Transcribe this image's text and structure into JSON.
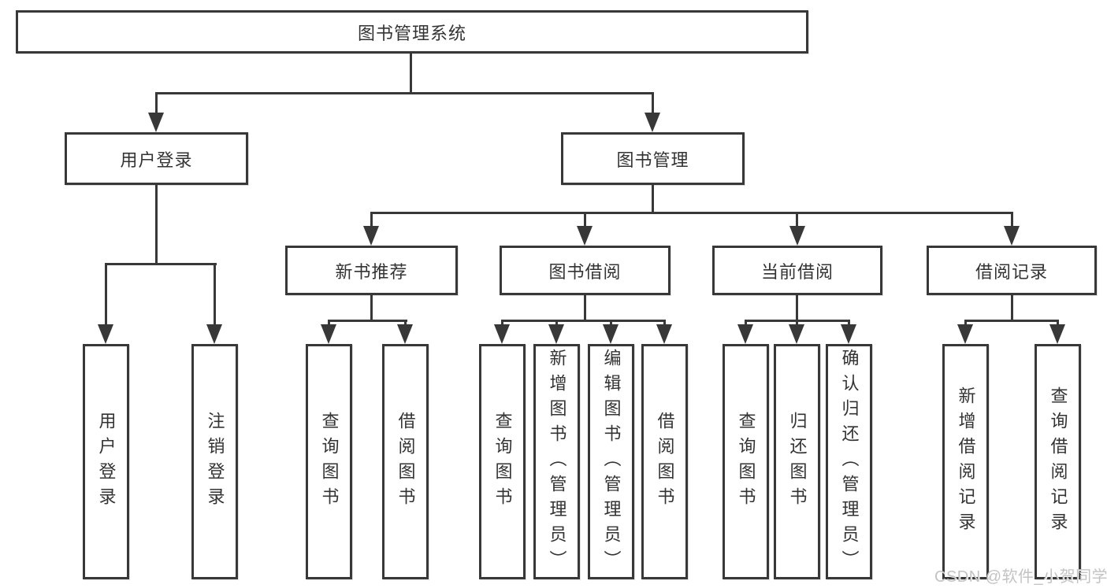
{
  "diagram": {
    "root": {
      "label": "图书管理系统"
    },
    "branches": [
      {
        "label": "用户登录",
        "children": [
          {
            "label": "用户登录"
          },
          {
            "label": "注销登录"
          }
        ]
      },
      {
        "label": "图书管理",
        "children": [
          {
            "label": "新书推荐",
            "children": [
              {
                "label": "查询图书"
              },
              {
                "label": "借阅图书"
              }
            ]
          },
          {
            "label": "图书借阅",
            "children": [
              {
                "label": "查询图书"
              },
              {
                "label": "新增图书（管理员）"
              },
              {
                "label": "编辑图书（管理员）"
              },
              {
                "label": "借阅图书"
              }
            ]
          },
          {
            "label": "当前借阅",
            "children": [
              {
                "label": "查询图书"
              },
              {
                "label": "归还图书"
              },
              {
                "label": "确认归还（管理员）"
              }
            ]
          },
          {
            "label": "借阅记录",
            "children": [
              {
                "label": "新增借阅记录"
              },
              {
                "label": "查询借阅记录"
              }
            ]
          }
        ]
      }
    ]
  },
  "watermark": {
    "text": "CSDN @软件_小贺同学"
  },
  "colors": {
    "line": "#383838",
    "box_background": "#ffffff",
    "text": "#333333",
    "watermark": "#c3c3c3"
  }
}
